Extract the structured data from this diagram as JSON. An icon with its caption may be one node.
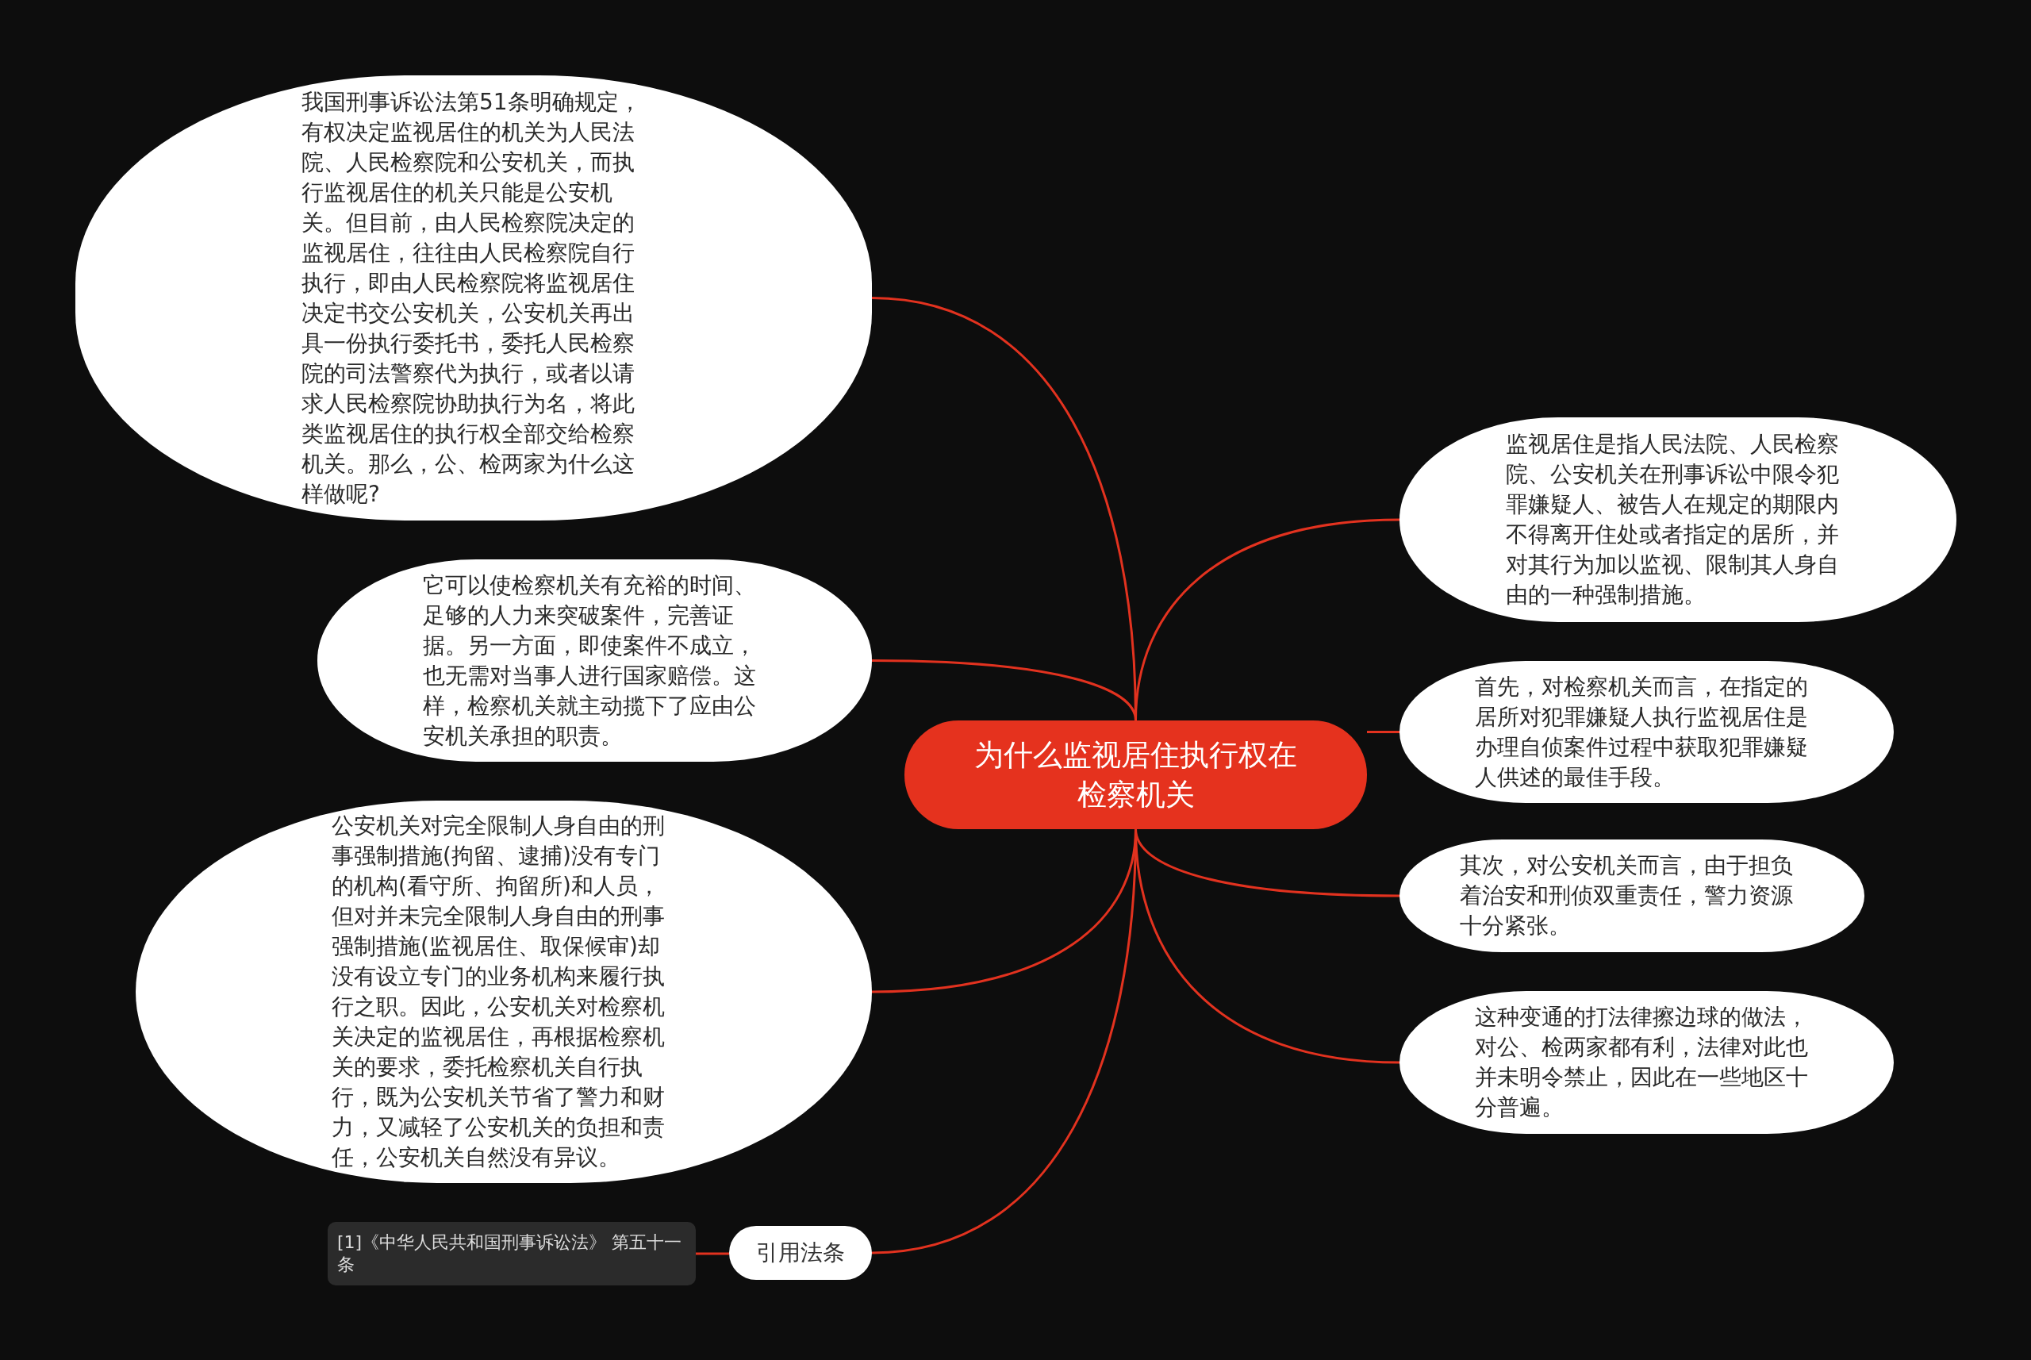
{
  "diagram": {
    "nodes": [
      {
        "text": [
          "为什么监视居住执行权在检察机关"
        ]
      },
      {
        "text": [
          "我国刑事诉讼法第51条明确规定，有权决定监视居住的机关为人民法院、人民检察院和公安机关，而执行监视居住的机关只能是公安机关。但目前，由人民检察院决定的监视居住，往往由人民检察院自行执行，即由人民检察院将监视居住决定书交公安机关，公安机关再出具一份执行委托书，委托人民检察院的司法警察代为执行，或者以请求人民检察院协助执行为名，将此类监视居住的执行权全部交给检察机关。那么，公、检两家为什么这样做呢?"
        ]
      },
      {
        "text": [
          "它可以使检察机关有充裕的时间、足够的人力来突破案件，完善证据。另一方面，即使案件不成立，也无需对当事人进行国家赔偿。这样，检察机关就主动揽下了应由公安机关承担的职责。"
        ]
      },
      {
        "text": [
          "公安机关对完全限制人身自由的刑事强制措施(拘留、逮捕)没有专门的机构(看守所、拘留所)和人员，但对并未完全限制人身自由的刑事强制措施(监视居住、取保候审)却没有设立专门的业务机构来履行执行之职。因此，公安机关对检察机关决定的监视居住，再根据检察机关的要求，委托检察机关自行执行，既为公安机关节省了警力和财力，又减轻了公安机关的负担和责任，公安机关自然没有异议。"
        ]
      },
      {
        "text": [
          "引用法条"
        ]
      },
      {
        "text": [
          "[1]《中华人民共和国刑事诉讼法》 第五十一条"
        ]
      },
      {
        "text": [
          "监视居住是指人民法院、人民检察院、公安机关在刑事诉讼中限令犯罪嫌疑人、被告人在规定的期限内不得离开住处或者指定的居所，并对其行为加以监视、限制其人身自由的一种强制措施。"
        ]
      },
      {
        "text": [
          "首先，对检察机关而言，在指定的居所对犯罪嫌疑人执行监视居住是办理自侦案件过程中获取犯罪嫌疑人供述的最佳手段。"
        ]
      },
      {
        "text": [
          "其次，对公安机关而言，由于担负着治安和刑侦双重责任，警力资源十分紧张。"
        ]
      },
      {
        "text": [
          "这种变通的打法律擦边球的做法，对公、检两家都有利，法律对此也并未明令禁止，因此在一些地区十分普遍。"
        ]
      }
    ],
    "edges": [
      {
        "from": 0,
        "to": 1,
        "arrow": "none"
      },
      {
        "from": 0,
        "to": 2,
        "arrow": "none"
      },
      {
        "from": 0,
        "to": 3,
        "arrow": "none"
      },
      {
        "from": 0,
        "to": 4,
        "arrow": "none"
      },
      {
        "from": 4,
        "to": 5,
        "arrow": "none"
      },
      {
        "from": 0,
        "to": 6,
        "arrow": "none"
      },
      {
        "from": 0,
        "to": 7,
        "arrow": "none"
      },
      {
        "from": 0,
        "to": 8,
        "arrow": "none"
      },
      {
        "from": 0,
        "to": 9,
        "arrow": "none"
      }
    ]
  }
}
